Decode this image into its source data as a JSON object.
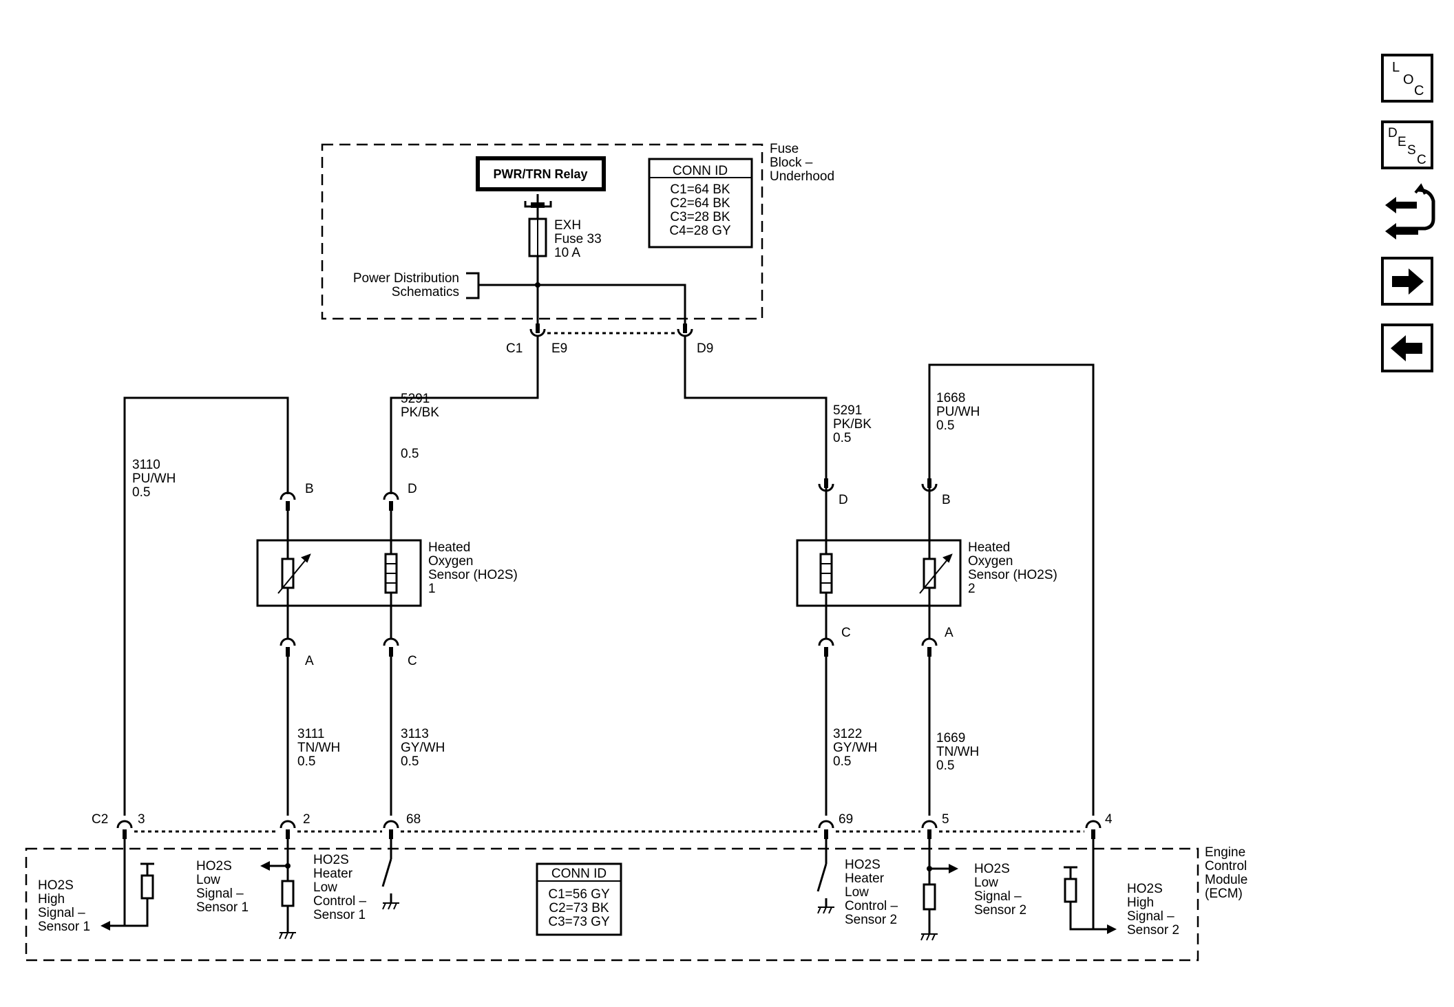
{
  "fuse_block": {
    "title": [
      "Fuse",
      "Block –",
      "Underhood"
    ],
    "relay": "PWR/TRN Relay",
    "fuse": [
      "EXH",
      "Fuse 33",
      "10 A"
    ],
    "power_dist": [
      "Power Distribution",
      "Schematics"
    ],
    "conn_id": {
      "header": "CONN ID",
      "rows": [
        "C1=64 BK",
        "C2=64 BK",
        "C3=28 BK",
        "C4=28 GY"
      ]
    },
    "pins": {
      "c1": "C1",
      "e9": "E9",
      "d9": "D9"
    }
  },
  "wires": {
    "w3110": [
      "3110",
      "PU/WH",
      "0.5"
    ],
    "w5291a": [
      "5291",
      "PK/BK",
      "0.5"
    ],
    "w5291b": [
      "5291",
      "PK/BK",
      "0.5"
    ],
    "w1668": [
      "1668",
      "PU/WH",
      "0.5"
    ],
    "w3111": [
      "3111",
      "TN/WH",
      "0.5"
    ],
    "w3113": [
      "3113",
      "GY/WH",
      "0.5"
    ],
    "w3122": [
      "3122",
      "GY/WH",
      "0.5"
    ],
    "w1669": [
      "1669",
      "TN/WH",
      "0.5"
    ]
  },
  "sensor1": {
    "label": [
      "Heated",
      "Oxygen",
      "Sensor (HO2S)",
      "1"
    ],
    "pins": {
      "b": "B",
      "d": "D",
      "a": "A",
      "c": "C"
    }
  },
  "sensor2": {
    "label": [
      "Heated",
      "Oxygen",
      "Sensor (HO2S)",
      "2"
    ],
    "pins": {
      "d": "D",
      "b": "B",
      "c": "C",
      "a": "A"
    }
  },
  "ecm": {
    "title": [
      "Engine",
      "Control",
      "Module",
      "(ECM)"
    ],
    "conn_id": {
      "header": "CONN ID",
      "rows": [
        "C1=56 GY",
        "C2=73 BK",
        "C3=73 GY"
      ]
    },
    "pins": {
      "c2": "C2",
      "p3": "3",
      "p2": "2",
      "p68": "68",
      "p69": "69",
      "p5": "5",
      "p4": "4"
    },
    "signals": {
      "high1": [
        "HO2S",
        "High",
        "Signal –",
        "Sensor 1"
      ],
      "low1": [
        "HO2S",
        "Low",
        "Signal –",
        "Sensor 1"
      ],
      "heater1": [
        "HO2S",
        "Heater",
        "Low",
        "Control –",
        "Sensor 1"
      ],
      "heater2": [
        "HO2S",
        "Heater",
        "Low",
        "Control –",
        "Sensor 2"
      ],
      "low2": [
        "HO2S",
        "Low",
        "Signal –",
        "Sensor 2"
      ],
      "high2": [
        "HO2S",
        "High",
        "Signal –",
        "Sensor 2"
      ]
    }
  },
  "nav": {
    "loc": [
      "L",
      "O",
      "C"
    ],
    "desc": [
      "D",
      "E",
      "S",
      "C"
    ],
    "icons": [
      "connector-swap-icon",
      "arrow-right-icon",
      "arrow-left-icon"
    ]
  }
}
